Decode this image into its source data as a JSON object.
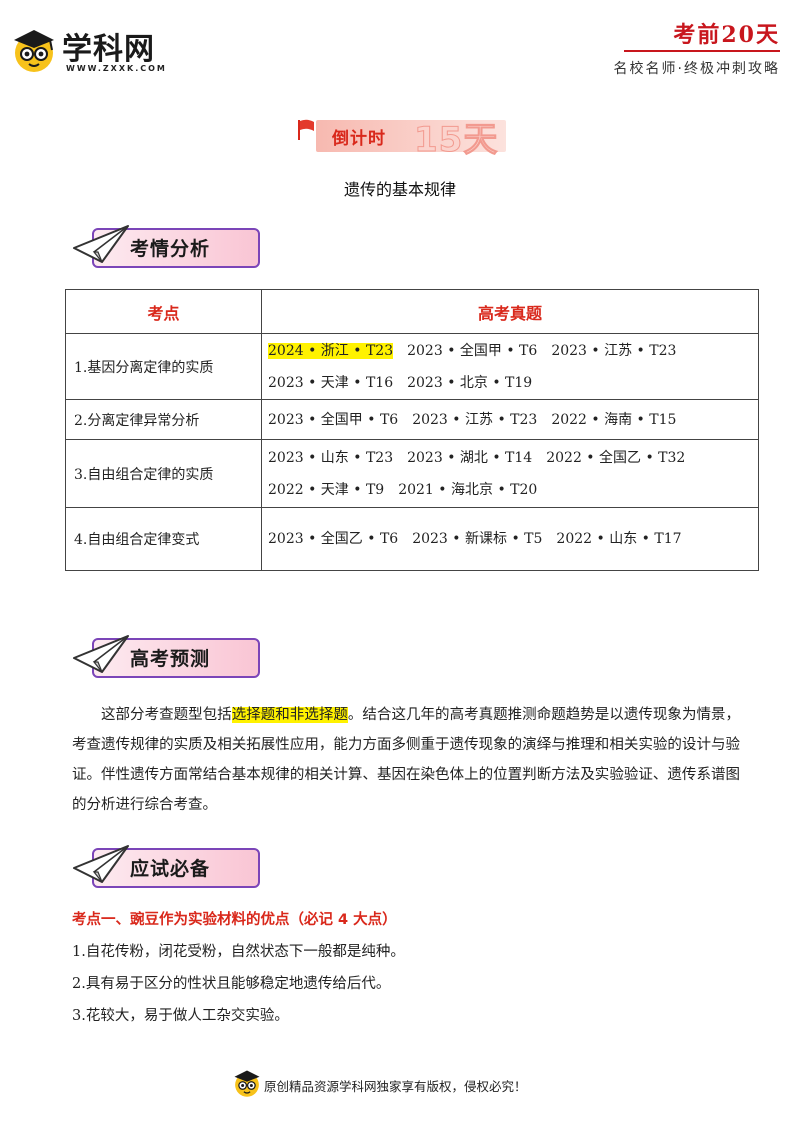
{
  "header": {
    "logo_text": "学科网",
    "logo_url": "WWW.ZXXK.COM",
    "badge_title": "考前20天",
    "badge_subtitle": "名校名师·终极冲刺攻略"
  },
  "countdown": {
    "label": "倒计时",
    "number": "15天"
  },
  "doc_title": "遗传的基本规律",
  "sections": {
    "analysis": "考情分析",
    "prediction": "高考预测",
    "essentials": "应试必备"
  },
  "table": {
    "headers": [
      "考点",
      "高考真题"
    ],
    "rows": [
      {
        "point": "1.基因分离定律的实质",
        "lines": [
          [
            "2024 • 浙江 • T23",
            "2023 • 全国甲 • T6",
            "2023 • 江苏 • T23"
          ],
          [
            "2023 • 天津 • T16",
            "2023 • 北京 • T19"
          ]
        ]
      },
      {
        "point": "2.分离定律异常分析",
        "lines": [
          [
            "2023 • 全国甲 • T6",
            "2023 • 江苏 • T23",
            "2022 • 海南 • T15"
          ]
        ]
      },
      {
        "point": "3.自由组合定律的实质",
        "lines": [
          [
            "2023 • 山东 • T23",
            "2023 • 湖北 • T14",
            "2022 • 全国乙 • T32"
          ],
          [
            "2022 • 天津 • T9",
            "2021 • 海北京 • T20"
          ]
        ]
      },
      {
        "point": "4.自由组合定律变式",
        "lines": [
          [
            "2023 • 全国乙 • T6",
            "2023 • 新课标 • T5",
            "2022 • 山东 • T17"
          ]
        ]
      }
    ]
  },
  "prediction": {
    "text_before": "这部分考查题型包括",
    "highlight": "选择题和非选择题",
    "text_after": "。结合这几年的高考真题推测命题趋势是以遗传现象为情景，考查遗传规律的实质及相关拓展性应用，能力方面多侧重于遗传现象的演绎与推理和相关实验的设计与验证。伴性遗传方面常结合基本规律的相关计算、基因在染色体上的位置判断方法及实验验证、遗传系谱图的分析进行综合考查。"
  },
  "essentials": {
    "title": "考点一、豌豆作为实验材料的优点（必记 4 大点）",
    "items": [
      "1.自花传粉，闭花受粉，自然状态下一般都是纯种。",
      "2.具有易于区分的性状且能够稳定地遗传给后代。",
      "3.花较大，易于做人工杂交实验。"
    ]
  },
  "footer": {
    "text": "原创精品资源学科网独家享有版权，侵权必究！"
  },
  "colors": {
    "accent_red": "#d9281b",
    "section_border": "#7b45b8",
    "highlight": "#fff200"
  }
}
